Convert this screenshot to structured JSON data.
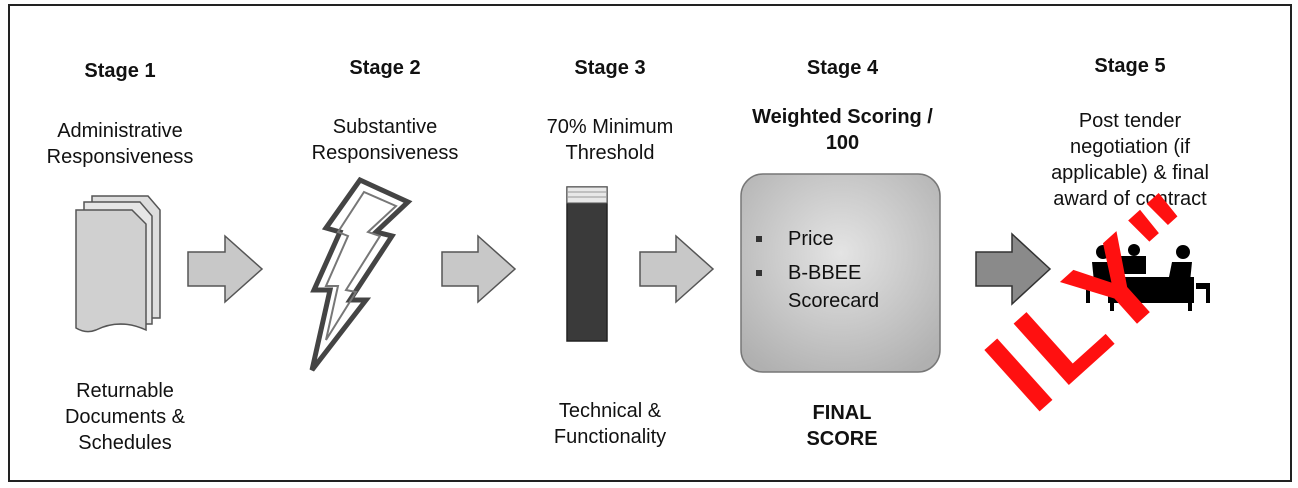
{
  "stages": [
    {
      "label": "Stage 1",
      "title": "Administrative Responsiveness",
      "caption": "Returnable Documents & Schedules"
    },
    {
      "label": "Stage 2",
      "title": "Substantive Responsiveness",
      "caption": ""
    },
    {
      "label": "Stage 3",
      "title": "70% Minimum Threshold",
      "caption": "Technical & Functionality"
    },
    {
      "label": "Stage 4",
      "title": "Weighted Scoring / 100",
      "caption": "FINAL SCORE",
      "bullets": [
        "Price",
        "B-BBEE Scorecard"
      ]
    },
    {
      "label": "Stage 5",
      "title": "Post tender negotiation (if applicable) & final award of contract",
      "caption": ""
    }
  ],
  "watermark": "ILY\"",
  "icons": [
    "documents-icon",
    "lightning-icon",
    "threshold-bar-icon",
    "scoring-box-icon",
    "meeting-icon",
    "arrow-right-icon"
  ],
  "colors": {
    "arrow_fill": "#c8c8c8",
    "bar_fill": "#3a3a3a",
    "box_fill": "#cfcfcf",
    "watermark": "#ff1010"
  }
}
